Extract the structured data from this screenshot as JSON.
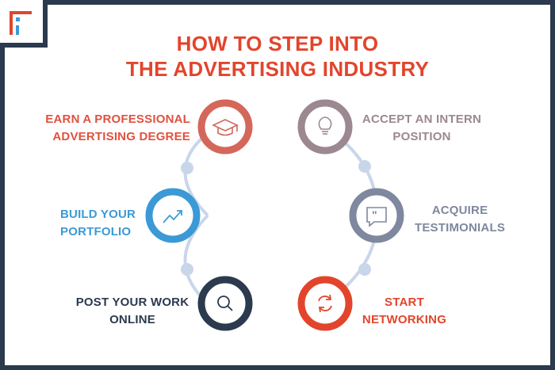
{
  "title": {
    "line1": "HOW TO STEP INTO",
    "line2": "THE ADVERTISING INDUSTRY"
  },
  "steps": [
    {
      "id": "degree",
      "line1": "EARN A PROFESSIONAL",
      "line2": "ADVERTISING DEGREE",
      "color": "#e0513f",
      "ring": "#d4675a",
      "icon": "graduation-cap-icon"
    },
    {
      "id": "portfolio",
      "line1": "BUILD YOUR",
      "line2": "PORTFOLIO",
      "color": "#3b9ad6",
      "ring": "#3b9ad6",
      "icon": "trending-up-icon"
    },
    {
      "id": "post",
      "line1": "POST YOUR WORK",
      "line2": "ONLINE",
      "color": "#2b3a4d",
      "ring": "#2b3a4d",
      "icon": "search-icon"
    },
    {
      "id": "intern",
      "line1": "ACCEPT AN INTERN",
      "line2": "POSITION",
      "color": "#9b8891",
      "ring": "#9b8891",
      "icon": "lightbulb-icon"
    },
    {
      "id": "testimonials",
      "line1": "ACQUIRE",
      "line2": "TESTIMONIALS",
      "color": "#7e889e",
      "ring": "#7e889e",
      "icon": "quote-bubble-icon"
    },
    {
      "id": "networking",
      "line1": "START",
      "line2": "NETWORKING",
      "color": "#e2452c",
      "ring": "#e2452c",
      "icon": "refresh-icon"
    }
  ],
  "colors": {
    "accent": "#e2452c",
    "border": "#2b3a4d",
    "connector": "#c9d6ea",
    "logo_blue": "#3b9ad6"
  }
}
